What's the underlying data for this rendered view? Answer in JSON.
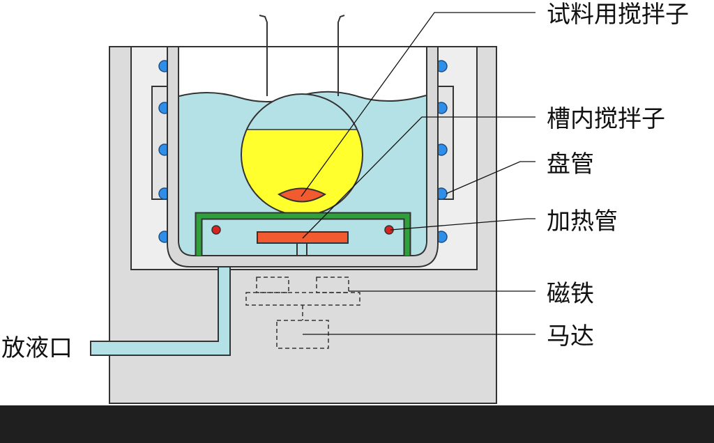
{
  "labels": {
    "sample_stirrer": "试料用搅拌子",
    "tank_stirrer": "槽内搅拌子",
    "coil": "盘管",
    "heater": "加热管",
    "magnet": "磁铁",
    "motor": "马达",
    "drain": "放液口"
  },
  "colors": {
    "casing": "#dcdcdc",
    "outline": "#333333",
    "water": "#b4e1e6",
    "flask_liquid": "#ffff2e",
    "stirrer": "#f25a30",
    "platform": "#2fa03c",
    "heater_dot": "#d8241f",
    "coil_ball": "#2f8fe8",
    "bar": "#1f1f1f"
  }
}
